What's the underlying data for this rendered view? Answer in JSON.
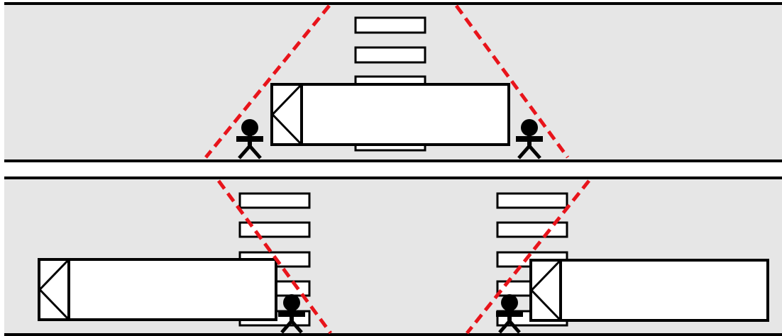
{
  "colors": {
    "road": "#e6e6e6",
    "outline": "#000000",
    "fill": "#ffffff",
    "sightline": "#e8141b"
  },
  "panels": [
    {
      "name": "top-scene",
      "vehicles": [
        {
          "name": "truck",
          "cab_facing": "left"
        }
      ],
      "pedestrians": 2,
      "sightlines": 2,
      "crosswalk_stripes": 5
    },
    {
      "name": "bottom-scene",
      "vehicles": [
        {
          "name": "truck-left",
          "cab_facing": "left"
        },
        {
          "name": "truck-right",
          "cab_facing": "left"
        }
      ],
      "pedestrians": 2,
      "sightlines": 2,
      "crosswalk_stripes": 10
    }
  ]
}
